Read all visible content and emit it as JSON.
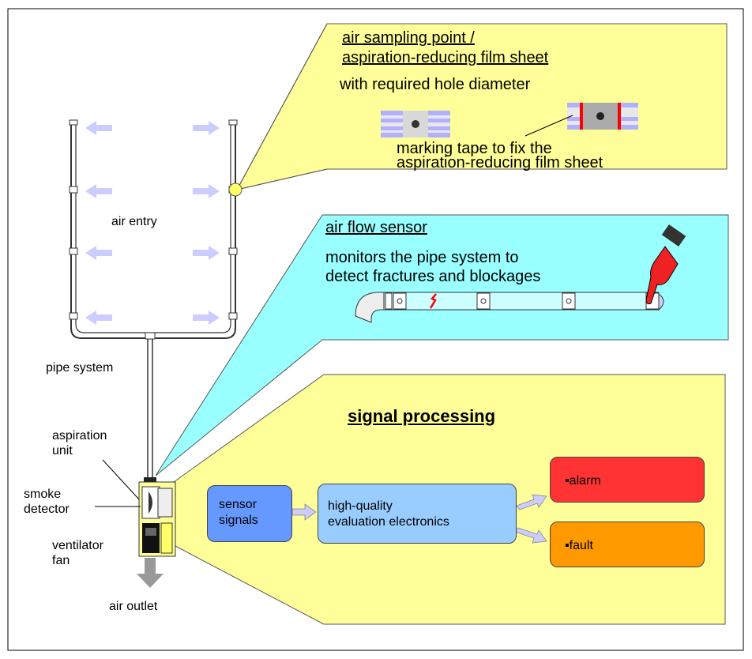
{
  "labels": {
    "air_entry": "air entry",
    "pipe_system": "pipe system",
    "aspiration_unit_1": "aspiration",
    "aspiration_unit_2": "unit",
    "smoke_detector_1": "smoke",
    "smoke_detector_2": "detector",
    "ventilator_fan_1": "ventilator",
    "ventilator_fan_2": "fan",
    "air_outlet": "air outlet"
  },
  "sampling_callout": {
    "title_line1": "air sampling point /",
    "title_line2": "aspiration-reducing film sheet",
    "subtitle": "with required hole diameter",
    "note_line1": "marking tape to fix the",
    "note_line2": "aspiration-reducing film sheet"
  },
  "flow_callout": {
    "title": "air flow sensor",
    "desc_line1": "monitors the pipe system to",
    "desc_line2": "detect fractures and blockages"
  },
  "signal_callout": {
    "title": "signal processing",
    "sensor_line1": "sensor",
    "sensor_line2": "signals",
    "eval_line1": "high-quality",
    "eval_line2": "evaluation electronics",
    "alarm": "▪alarm",
    "fault": "▪fault"
  },
  "colors": {
    "callout_yellow": "#ffff99",
    "callout_cyan": "#99ffff",
    "sensor_box": "#6699ff",
    "eval_box": "#99ccff",
    "alarm_box": "#ff3333",
    "fault_box": "#ff9900",
    "arrow_lilac": "#ccccff"
  }
}
